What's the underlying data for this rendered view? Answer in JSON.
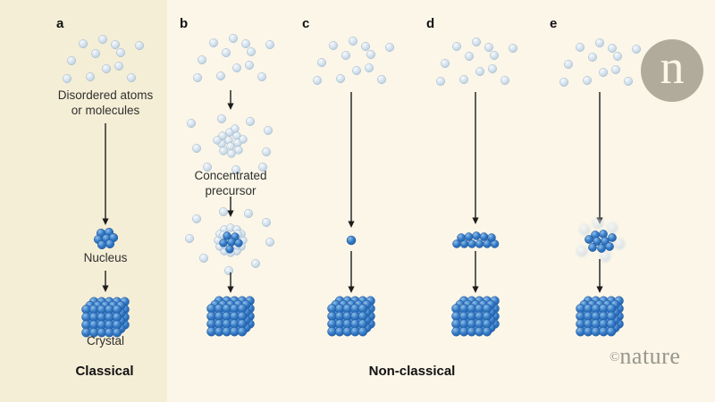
{
  "figure": {
    "panels": [
      {
        "letter": "a"
      },
      {
        "letter": "b"
      },
      {
        "letter": "c"
      },
      {
        "letter": "d"
      },
      {
        "letter": "e"
      }
    ],
    "captions": {
      "disordered_line1": "Disordered atoms",
      "disordered_line2": "or molecules",
      "precursor_line1": "Concentrated",
      "precursor_line2": "precursor",
      "nucleus": "Nucleus",
      "crystal": "Crystal"
    },
    "section_labels": {
      "classical": "Classical",
      "nonclassical": "Non-classical"
    }
  },
  "branding": {
    "logo_letter": "n",
    "watermark_symbol": "©",
    "watermark_word": "nature"
  },
  "colors": {
    "classical_bg": "#f5eed6",
    "main_bg": "#fbf6e8",
    "arrow": "#1c1c1c",
    "caption_text": "#2f2f2f",
    "heading_text": "#111111",
    "sphere_dark_hi": "#8fc0ea",
    "sphere_dark_mid": "#3579c4",
    "sphere_dark_lo": "#1b5ca6",
    "sphere_dark_edge": "#16509b",
    "sphere_light_hi": "#f7fafc",
    "sphere_light_mid": "#d6e2ee",
    "sphere_light_lo": "#aec6d8",
    "sphere_light_edge": "#9db7cb",
    "logo_circle": "#b1ab9c",
    "logo_letter_color": "#fbf7e9",
    "watermark": "#97968c"
  }
}
